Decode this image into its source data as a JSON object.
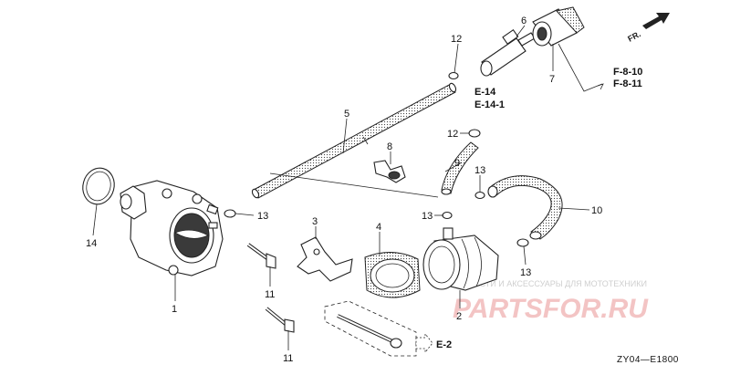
{
  "callouts": {
    "p1": "1",
    "p2": "2",
    "p3": "3",
    "p4": "4",
    "p5": "5",
    "p6": "6",
    "p7": "7",
    "p8": "8",
    "p9": "9",
    "p10": "10",
    "p11a": "11",
    "p11b": "11",
    "p12a": "12",
    "p12b": "12",
    "p13a": "13",
    "p13b": "13",
    "p13c": "13",
    "p13d": "13",
    "p14": "14"
  },
  "refs": {
    "e14": "E-14",
    "e14_1": "E-14-1",
    "f8_10": "F-8-10",
    "f8_11": "F-8-11",
    "e2": "E-2",
    "front": "FR."
  },
  "diagram_code": "ZY04—E1800",
  "watermark": {
    "text": "ЗАПЧАСТИ И АКСЕССУАРЫ ДЛЯ МОТОТЕХНИКИ",
    "logo": "PARTSFOR.RU"
  },
  "colors": {
    "line": "#222222",
    "watermark_logo": "#f3c4c4",
    "watermark_text": "#cfcfcf"
  }
}
